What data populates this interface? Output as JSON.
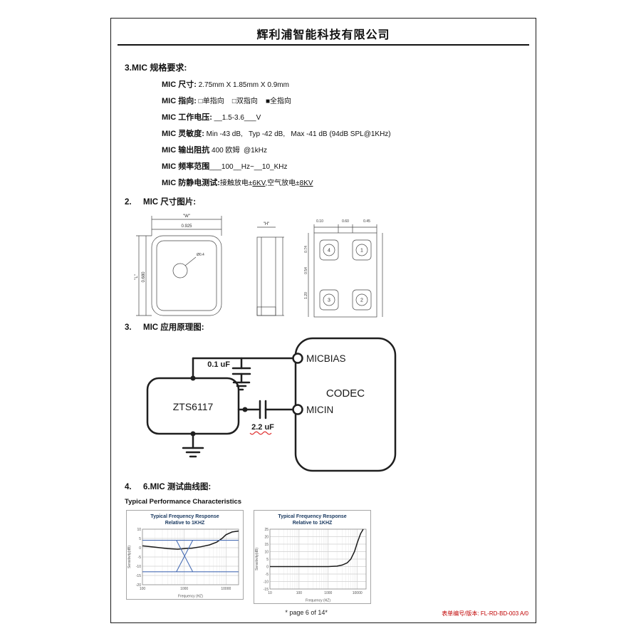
{
  "header": {
    "company": "辉利浦智能科技有限公司"
  },
  "sections": {
    "s1": "3.MIC 规格要求:",
    "s2_num": "2.",
    "s2": "MIC 尺寸图片:",
    "s3_num": "3.",
    "s3": "MIC 应用原理图:",
    "s4_num": "4.",
    "s4": "6.MIC 测试曲线图:",
    "tpc": "Typical Performance Characteristics"
  },
  "spec": {
    "rows": [
      {
        "label": "MIC 尺寸:",
        "value": " 2.75mm X 1.85mm X 0.9mm"
      },
      {
        "label": "MIC 指向:",
        "value": " □单指向    □双指向    ■全指向"
      },
      {
        "label": "MIC 工作电压:",
        "value": " __1.5-3.6___V"
      },
      {
        "label": "MIC 灵敏度:",
        "value": " Min -43 dB,   Typ -42 dB,   Max -41 dB (94dB SPL@1KHz)"
      },
      {
        "label": "MIC 输出阻抗",
        "value": " 400 欧姆  @1kHz"
      },
      {
        "label": "MIC 频率范围",
        "value": "___100__Hz~__10_KHz"
      }
    ],
    "esd": {
      "label": "MIC 防静电测试:",
      "p1": "接触放电±",
      "u1": "6KV",
      "p2": ",空气放电±",
      "u2": "8KV"
    }
  },
  "drawings": {
    "top_view": {
      "w_label": "\"W\"",
      "width_dim": "0.925",
      "height_dim": "0.680",
      "l_label": "\"L\"",
      "port_dim": "Ø0.4"
    },
    "side_view": {
      "h_label": "\"H\""
    },
    "pad_view": {
      "dim_top": [
        "0.10",
        "0.60",
        "0.45"
      ],
      "dim_left": [
        "0.74",
        "0.54",
        "1.20"
      ],
      "pads": [
        "4",
        "1",
        "3",
        "2"
      ]
    }
  },
  "schematic": {
    "ic": "ZTS6117",
    "codec": "CODEC",
    "micbias": "MICBIAS",
    "micin": "MICIN",
    "cap1": "0.1 uF",
    "cap2": "2.2 uF"
  },
  "chart_data": [
    {
      "type": "line",
      "title_line1": "Typical Frequency Response",
      "title_line2": "Relative to 1KHZ",
      "xlabel": "Frequency (HZ)",
      "ylabel": "Sensitivity(dB)",
      "xscale": "log",
      "xlim": [
        100,
        20000
      ],
      "ylim": [
        -20,
        10
      ],
      "xticks": [
        100,
        1000,
        10000
      ],
      "yticks": [
        10,
        5,
        0,
        -5,
        -10,
        -15,
        -20
      ],
      "legend": "none",
      "series": [
        {
          "name": "response",
          "color": "#1a1a1a",
          "width": 1.5,
          "points": [
            [
              100,
              1
            ],
            [
              200,
              0.3
            ],
            [
              400,
              -0.5
            ],
            [
              700,
              -0.8
            ],
            [
              1000,
              -0.5
            ],
            [
              1500,
              -0.3
            ],
            [
              2500,
              0.5
            ],
            [
              4000,
              1.5
            ],
            [
              6000,
              3
            ],
            [
              8000,
              5
            ],
            [
              10000,
              7
            ],
            [
              14000,
              8.5
            ],
            [
              20000,
              9
            ]
          ]
        },
        {
          "name": "upper-limit",
          "color": "#4a6fb5",
          "width": 1.1,
          "points": [
            [
              100,
              4
            ],
            [
              20000,
              4
            ]
          ]
        },
        {
          "name": "lower-limit",
          "color": "#4a6fb5",
          "width": 1.1,
          "points": [
            [
              100,
              -13
            ],
            [
              20000,
              -13
            ]
          ]
        },
        {
          "name": "limit-cross-down",
          "color": "#4a6fb5",
          "width": 1.1,
          "points": [
            [
              650,
              4
            ],
            [
              1600,
              -13
            ]
          ]
        },
        {
          "name": "limit-cross-up",
          "color": "#4a6fb5",
          "width": 1.1,
          "points": [
            [
              650,
              -13
            ],
            [
              1600,
              4
            ]
          ]
        }
      ]
    },
    {
      "type": "line",
      "title_line1": "Typical Frequency Response",
      "title_line2": "Relative to 1KHZ",
      "xlabel": "Frequency (HZ)",
      "ylabel": "Sensitivity(dB)",
      "xscale": "log",
      "xlim": [
        10,
        20000
      ],
      "ylim": [
        -15,
        25
      ],
      "xticks": [
        10,
        100,
        1000,
        10000
      ],
      "yticks": [
        25,
        20,
        15,
        10,
        5,
        0,
        -5,
        -10,
        -15
      ],
      "legend": "none",
      "series": [
        {
          "name": "response",
          "color": "#1a1a1a",
          "width": 1.5,
          "points": [
            [
              10,
              0
            ],
            [
              100,
              0
            ],
            [
              1000,
              0
            ],
            [
              2000,
              0.3
            ],
            [
              3000,
              1
            ],
            [
              4500,
              2.5
            ],
            [
              6000,
              5
            ],
            [
              8000,
              10
            ],
            [
              10000,
              16
            ],
            [
              13000,
              22
            ],
            [
              16000,
              25
            ]
          ]
        }
      ]
    }
  ],
  "footer": {
    "center": "* page 6 of 14*",
    "right": "表单编号/版本: FL-RD-BD-003 A/0"
  }
}
